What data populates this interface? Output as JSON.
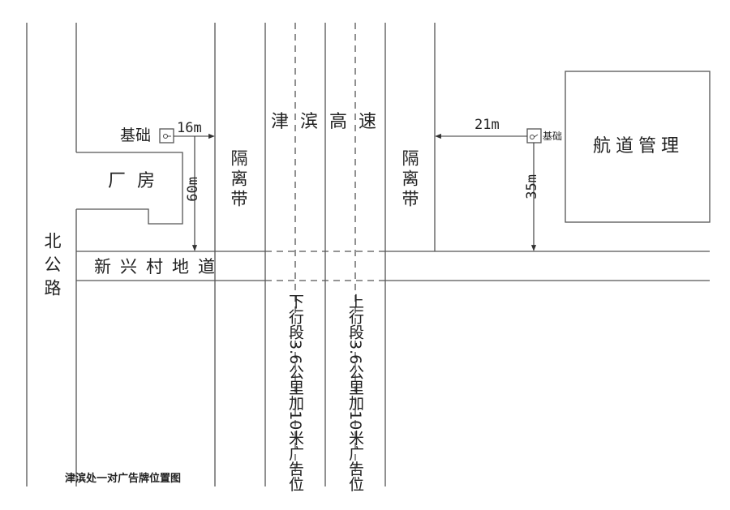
{
  "labels": {
    "north_road": "北公路",
    "highway": "津滨高速",
    "divider_left": "隔离带",
    "divider_right": "隔离带",
    "factory": "厂房",
    "channel_admin": "航道管理",
    "underpass": "新兴村地道",
    "foundation_left": "基础",
    "foundation_right": "基础",
    "dist_16": "16m",
    "dist_60": "60m",
    "dist_21": "21m",
    "dist_35": "35m",
    "down_lane": "下行段3.6公里加10米广告位",
    "up_lane": "上行段3.6公里加10米广告位",
    "caption": "津滨处一对广告牌位置图"
  }
}
